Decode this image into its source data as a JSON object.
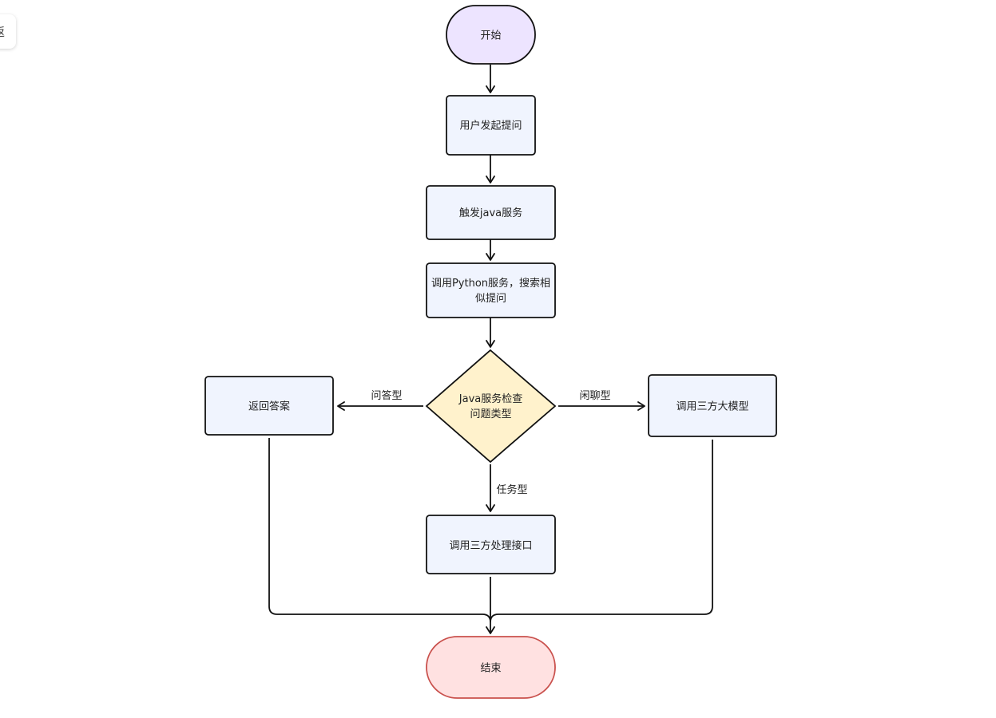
{
  "side_tab": {
    "label": "返"
  },
  "nodes": {
    "start": {
      "label": "开始",
      "fill": "#ede4ff",
      "stroke": "#111111"
    },
    "ask": {
      "label": "用户发起提问",
      "fill": "#f0f4fe",
      "stroke": "#111111"
    },
    "java": {
      "label": "触发java服务",
      "fill": "#f0f4fe",
      "stroke": "#111111"
    },
    "python": {
      "line1": "调用Python服务，搜索相",
      "line2": "似提问",
      "fill": "#f0f4fe",
      "stroke": "#111111"
    },
    "check": {
      "line1": "Java服务检查",
      "line2": "问题类型",
      "fill": "#fff2cc",
      "stroke": "#111111"
    },
    "answer": {
      "label": "返回答案",
      "fill": "#f0f4fe",
      "stroke": "#111111"
    },
    "llm": {
      "label": "调用三方大模型",
      "fill": "#f0f4fe",
      "stroke": "#111111"
    },
    "api": {
      "label": "调用三方处理接口",
      "fill": "#f0f4fe",
      "stroke": "#111111"
    },
    "end": {
      "label": "结束",
      "fill": "#ffe1e1",
      "stroke": "#c9504c"
    }
  },
  "edges": {
    "qa": {
      "label": "问答型"
    },
    "chat": {
      "label": "闲聊型"
    },
    "task": {
      "label": "任务型"
    }
  }
}
